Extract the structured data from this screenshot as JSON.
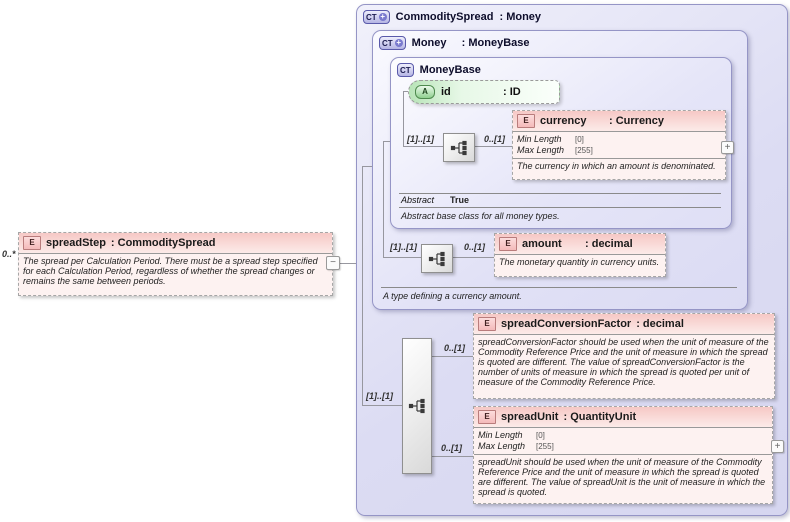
{
  "spread_step": {
    "cardinality": "0..*",
    "badge": "E",
    "name": "spreadStep",
    "type": ": CommoditySpread",
    "collapse_glyph": "−",
    "annotation": "The spread per Calculation Period. There must be a spread step specified for each Calculation Period, regardless of whether the spread changes or remains the same between periods."
  },
  "commodity_spread": {
    "badge": "CT",
    "badge_plus": "+",
    "name": "CommoditySpread",
    "type": ": Money",
    "money": {
      "badge": "CT",
      "badge_plus": "+",
      "name": "Money",
      "type": ": MoneyBase",
      "footer": "A type defining a currency amount.",
      "money_base": {
        "badge": "CT",
        "name": "MoneyBase",
        "abstract_label": "Abstract",
        "abstract_value": "True",
        "footer": "Abstract base class for all money types.",
        "id_attribute": {
          "badge": "A",
          "name": "id",
          "type": ": ID"
        },
        "currency_group": {
          "left_cardinality": "[1]..[1]",
          "right_cardinality": "0..[1]",
          "element": {
            "badge": "E",
            "name": "currency",
            "type": ": Currency",
            "facets": [
              {
                "label": "Min Length",
                "value": "[0]"
              },
              {
                "label": "Max Length",
                "value": "[255]"
              }
            ],
            "annotation": "The currency in which an amount is denominated.",
            "expand_glyph": "+"
          }
        }
      },
      "amount_group": {
        "left_cardinality": "[1]..[1]",
        "right_cardinality": "0..[1]",
        "element": {
          "badge": "E",
          "name": "amount",
          "type": ": decimal",
          "annotation": "The monetary quantity in currency units."
        }
      }
    },
    "spread_group": {
      "left_cardinality": "[1]..[1]",
      "conversion_factor": {
        "right_cardinality": "0..[1]",
        "element": {
          "badge": "E",
          "name": "spreadConversionFactor",
          "type": ": decimal",
          "annotation": "spreadConversionFactor should be used when the unit of measure of the Commodity Reference Price and the unit of measure in which the spread is quoted are different. The value of spreadConversionFactor is the number of units of measure in which the spread is quoted per unit of measure of the Commodity Reference Price."
        }
      },
      "unit": {
        "right_cardinality": "0..[1]",
        "element": {
          "badge": "E",
          "name": "spreadUnit",
          "type": ": QuantityUnit",
          "facets": [
            {
              "label": "Min Length",
              "value": "[0]"
            },
            {
              "label": "Max Length",
              "value": "[255]"
            }
          ],
          "annotation": "spreadUnit should be used when the unit of measure of the Commodity Reference Price and the unit of measure in which the spread is quoted are different. The value of spreadUnit is the unit of measure in which the spread is quoted.",
          "expand_glyph": "+"
        }
      }
    }
  }
}
